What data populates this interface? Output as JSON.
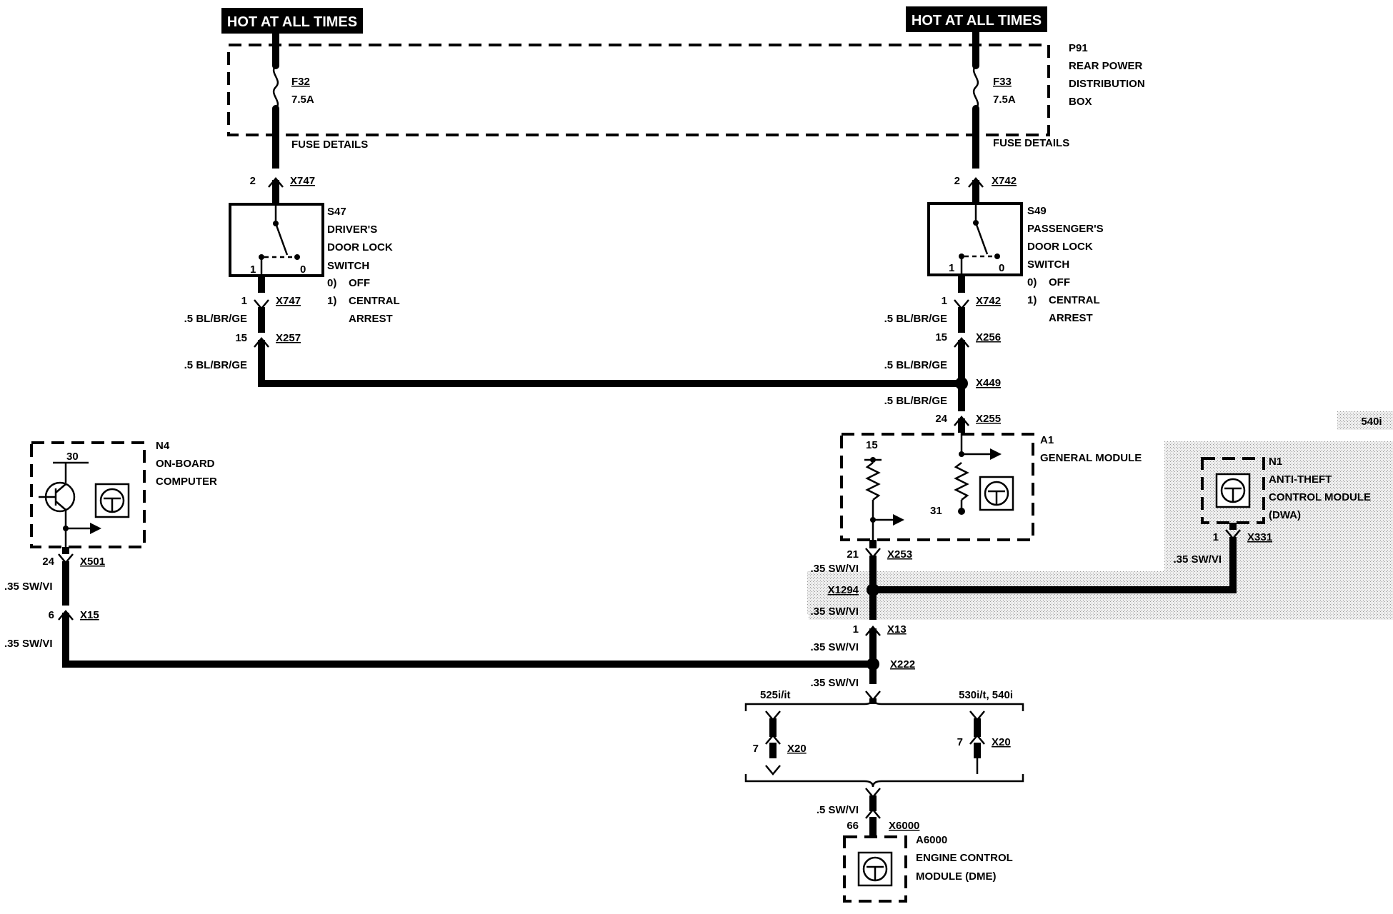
{
  "header": {
    "hot_left": "HOT AT ALL TIMES",
    "hot_right": "HOT AT ALL TIMES"
  },
  "power_box": {
    "id": "P91",
    "name_line1": "REAR POWER",
    "name_line2": "DISTRIBUTION",
    "name_line3": "BOX",
    "fuse_left_id": "F32",
    "fuse_left_rating": "7.5A",
    "fuse_right_id": "F33",
    "fuse_right_rating": "7.5A",
    "fuse_details_left": "FUSE DETAILS",
    "fuse_details_right": "FUSE DETAILS"
  },
  "driver_switch": {
    "id": "S47",
    "name_line1": "DRIVER'S",
    "name_line2": "DOOR LOCK",
    "name_line3": "SWITCH",
    "pos0_num": "0)",
    "pos0_label": "OFF",
    "pos1_num": "1)",
    "pos1_label": "CENTRAL",
    "pos1_label2": "ARREST",
    "term_1": "1",
    "term_0": "0",
    "conn_top_pin": "2",
    "conn_top": "X747",
    "conn_bottom_pin": "1",
    "conn_bottom": "X747",
    "wire1": ".5 BL/BR/GE",
    "conn2_pin": "15",
    "conn2": "X257",
    "wire2": ".5 BL/BR/GE"
  },
  "passenger_switch": {
    "id": "S49",
    "name_line1": "PASSENGER'S",
    "name_line2": "DOOR LOCK",
    "name_line3": "SWITCH",
    "pos0_num": "0)",
    "pos0_label": "OFF",
    "pos1_num": "1)",
    "pos1_label": "CENTRAL",
    "pos1_label2": "ARREST",
    "term_1": "1",
    "term_0": "0",
    "conn_top_pin": "2",
    "conn_top": "X742",
    "conn_bottom_pin": "1",
    "conn_bottom": "X742",
    "wire1": ".5 BL/BR/GE",
    "conn2_pin": "15",
    "conn2": "X256",
    "wire2": ".5 BL/BR/GE"
  },
  "splice_x449": "X449",
  "general_module": {
    "id": "A1",
    "name": "GENERAL MODULE",
    "wire_in": ".5 BL/BR/GE",
    "in_pin": "24",
    "in_conn": "X255",
    "pin_15": "15",
    "pin_31": "31",
    "out_pin": "21",
    "out_conn": "X253"
  },
  "model_tag": "540i",
  "anti_theft": {
    "id": "N1",
    "name_line1": "ANTI-THEFT",
    "name_line2": "CONTROL MODULE",
    "name_line3": "(DWA)",
    "pin": "1",
    "conn": "X331",
    "wire": ".35 SW/VI"
  },
  "splice_x1294": {
    "label": "X1294",
    "wire_top": ".35 SW/VI",
    "wire_bottom": ".35 SW/VI"
  },
  "conn_x13": {
    "pin": "1",
    "conn": "X13",
    "wire": ".35 SW/VI"
  },
  "splice_x222": {
    "label": "X222",
    "wire": ".35 SW/VI"
  },
  "onboard_computer": {
    "id": "N4",
    "name_line1": "ON-BOARD",
    "name_line2": "COMPUTER",
    "pin_30": "30",
    "out_pin": "24",
    "out_conn": "X501",
    "wire1": ".35 SW/VI",
    "conn2_pin": "6",
    "conn2": "X15",
    "wire2": ".35 SW/VI"
  },
  "variants": {
    "left_label": "525i/it",
    "right_label": "530i/t, 540i",
    "left_pin": "7",
    "left_conn": "X20",
    "right_pin": "7",
    "right_conn": "X20"
  },
  "ecm": {
    "wire": ".5 SW/VI",
    "pin": "66",
    "conn": "X6000",
    "id": "A6000",
    "name_line1": "ENGINE CONTROL",
    "name_line2": "MODULE (DME)"
  }
}
